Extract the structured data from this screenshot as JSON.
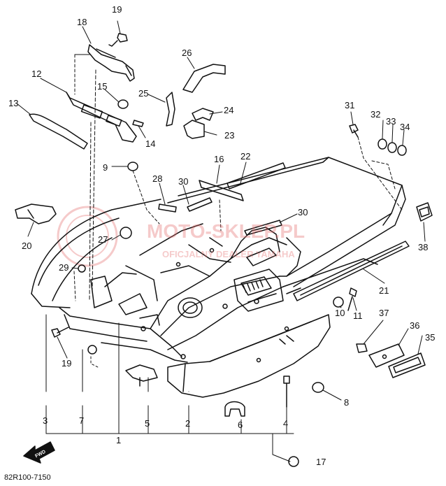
{
  "diagram": {
    "code": "82R100-7150",
    "fwd_label": "FWD",
    "watermark": {
      "main": "MOTO-SKLEP.PL",
      "sub": "OFICJALNY DEALER YAMAHA"
    },
    "callouts": [
      "1",
      "2",
      "3",
      "4",
      "5",
      "6",
      "7",
      "8",
      "9",
      "10",
      "11",
      "12",
      "13",
      "14",
      "15",
      "16",
      "17",
      "18",
      "19",
      "20",
      "21",
      "22",
      "23",
      "24",
      "25",
      "26",
      "27",
      "28",
      "29",
      "30",
      "31",
      "32",
      "33",
      "34",
      "35",
      "36",
      "37",
      "38"
    ],
    "callout_19b": "19",
    "callout_30b": "30"
  },
  "colors": {
    "ink": "#111111",
    "watermark": "#e46a6a"
  }
}
